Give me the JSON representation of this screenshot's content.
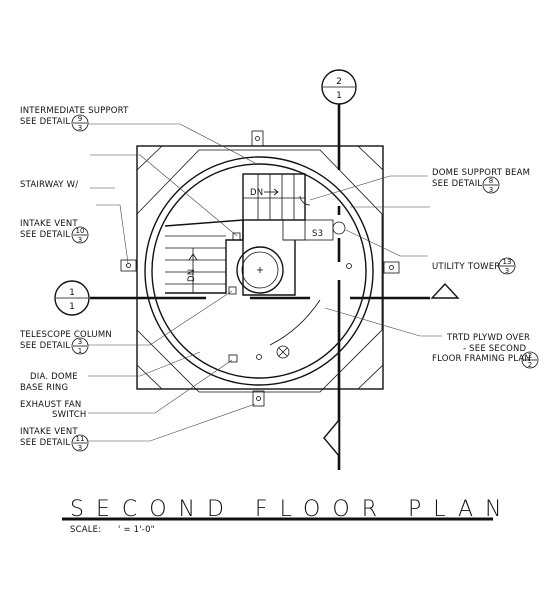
{
  "title": "SECOND FLOOR PLAN",
  "scale_label": "SCALE:",
  "scale_value": "' = 1'-0\"",
  "section_markers": {
    "top": {
      "num": "2",
      "den": "1"
    },
    "left": {
      "num": "1",
      "den": "1"
    }
  },
  "plan_labels": {
    "dn_upper": "DN",
    "dn_lower": "DN",
    "s3": "S3"
  },
  "callouts": {
    "intermediate_support": {
      "line1": "INTERMEDIATE SUPPORT",
      "line2": "SEE DETAIL",
      "num": "9",
      "den": "3"
    },
    "stairway": {
      "line1": "STAIRWAY W/"
    },
    "intake_vent_1": {
      "line1": "INTAKE VENT",
      "line2": "SEE DETAIL",
      "num": "10",
      "den": "3"
    },
    "telescope_column": {
      "line1": "TELESCOPE COLUMN",
      "line2": "SEE DETAIL",
      "num": "3",
      "den": "1"
    },
    "dome_base_ring": {
      "line1": "DIA. DOME",
      "line2": "BASE RING"
    },
    "exhaust_fan": {
      "line1": "EXHAUST FAN",
      "line2": "SWITCH"
    },
    "intake_vent_2": {
      "line1": "INTAKE VENT",
      "line2": "SEE DETAIL",
      "num": "11",
      "den": "3"
    },
    "dome_support_beam": {
      "line1": "DOME SUPPORT BEAM",
      "line2": "SEE DETAIL",
      "num": "8",
      "den": "3"
    },
    "utility_tower": {
      "line1": "UTILITY TOWER",
      "num": "13",
      "den": "3"
    },
    "trtd_plywd": {
      "line1": "TRTD PLYWD OVER",
      "line2": "- SEE SECOND",
      "line3": "FLOOR FRAMING PLAN",
      "num": "2",
      "den": "2"
    }
  }
}
